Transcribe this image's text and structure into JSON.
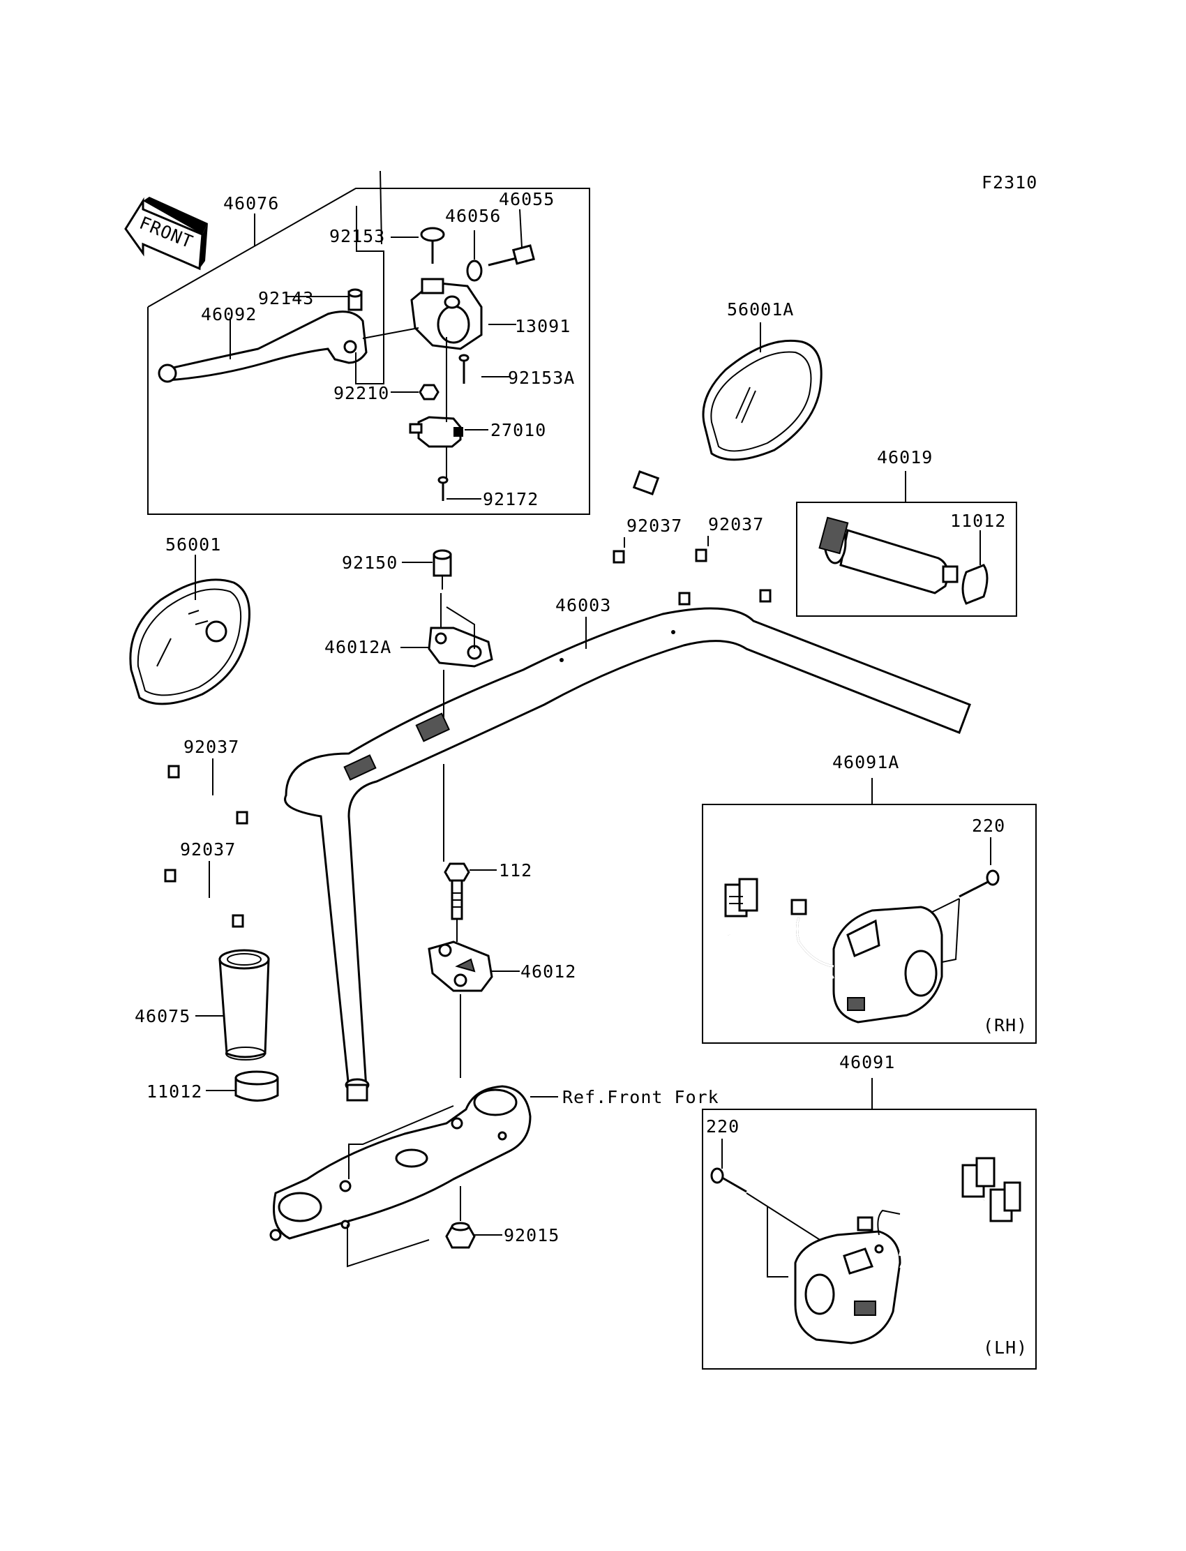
{
  "figure_code": "F2310",
  "front_arrow_text": "FRONT",
  "sides": {
    "rh": "(RH)",
    "lh": "(LH)"
  },
  "reference_text": "Ref.Front Fork",
  "parts": {
    "p46076": "46076",
    "p46055": "46055",
    "p46056": "46056",
    "p92153": "92153",
    "p92143": "92143",
    "p46092": "46092",
    "p13091": "13091",
    "p92153A": "92153A",
    "p92210": "92210",
    "p27010": "27010",
    "p92172": "92172",
    "p56001A": "56001A",
    "p46019": "46019",
    "p11012_top": "11012",
    "p56001": "56001",
    "p92150": "92150",
    "p92037_a": "92037",
    "p92037_b": "92037",
    "p46003": "46003",
    "p46012A": "46012A",
    "p92037_c": "92037",
    "p92037_d": "92037",
    "p46091A": "46091A",
    "p220_rh": "220",
    "p112": "112",
    "p46012": "46012",
    "p46075": "46075",
    "p11012_bottom": "11012",
    "p46091": "46091",
    "p220_lh": "220",
    "p92015": "92015"
  }
}
